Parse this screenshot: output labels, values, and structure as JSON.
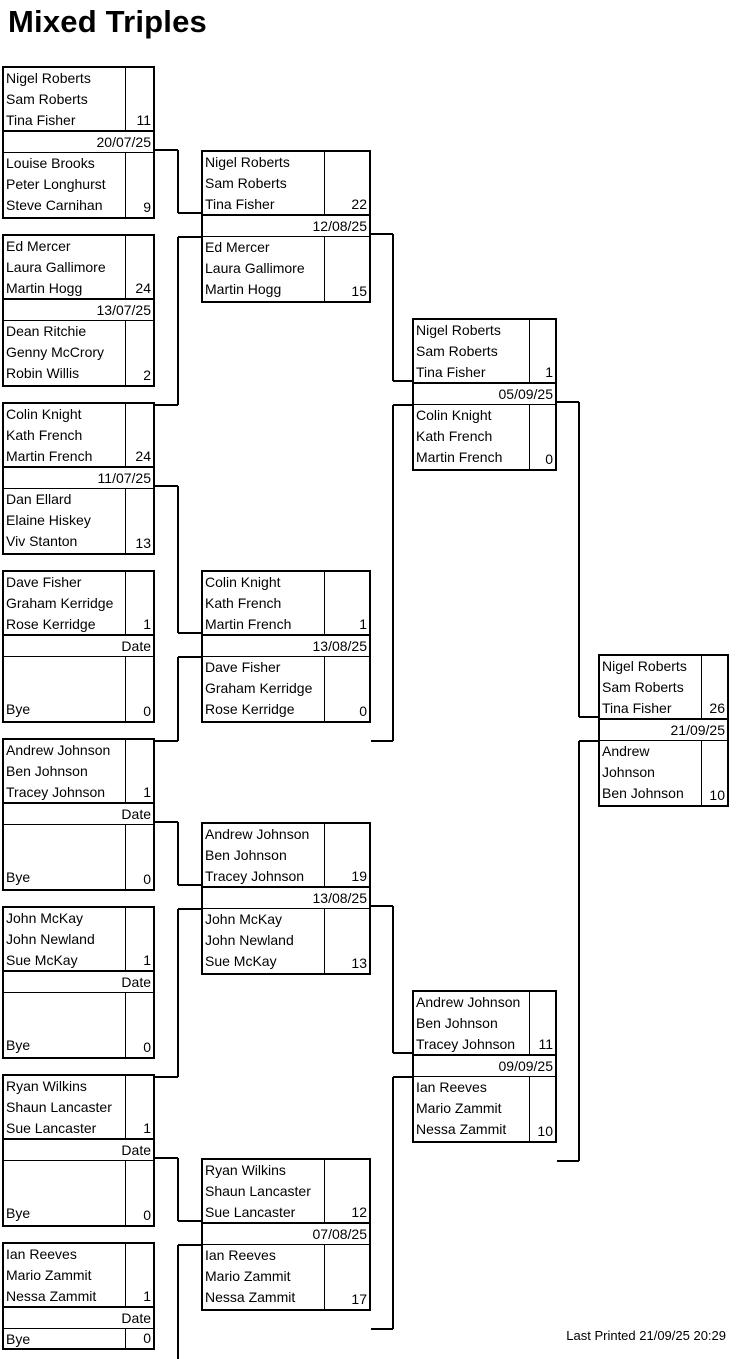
{
  "title": "Mixed Triples",
  "footer": "Last Printed 21/09/25 20:29",
  "rounds": [
    {
      "matches": [
        {
          "teams": [
            {
              "players": [
                "Nigel Roberts",
                "Sam Roberts",
                "Tina Fisher"
              ],
              "score": "11"
            },
            {
              "players": [
                "Louise Brooks",
                "Peter Longhurst",
                "Steve Carnihan"
              ],
              "score": "9"
            }
          ],
          "date": "20/07/25"
        },
        {
          "teams": [
            {
              "players": [
                "Ed Mercer",
                "Laura Gallimore",
                "Martin Hogg"
              ],
              "score": "24"
            },
            {
              "players": [
                "Dean Ritchie",
                "Genny McCrory",
                "Robin Willis"
              ],
              "score": "2"
            }
          ],
          "date": "13/07/25"
        },
        {
          "teams": [
            {
              "players": [
                "Colin Knight",
                "Kath French",
                "Martin French"
              ],
              "score": "24"
            },
            {
              "players": [
                "Dan Ellard",
                "Elaine Hiskey",
                "Viv Stanton"
              ],
              "score": "13"
            }
          ],
          "date": "11/07/25"
        },
        {
          "teams": [
            {
              "players": [
                "Dave Fisher",
                "Graham Kerridge",
                "Rose Kerridge"
              ],
              "score": "1"
            },
            {
              "players": [
                "",
                "",
                "Bye"
              ],
              "score": "0"
            }
          ],
          "date": "Date"
        },
        {
          "teams": [
            {
              "players": [
                "Andrew Johnson",
                "Ben Johnson",
                "Tracey Johnson"
              ],
              "score": "1"
            },
            {
              "players": [
                "",
                "",
                "Bye"
              ],
              "score": "0"
            }
          ],
          "date": "Date"
        },
        {
          "teams": [
            {
              "players": [
                "John McKay",
                "John Newland",
                "Sue McKay"
              ],
              "score": "1"
            },
            {
              "players": [
                "",
                "",
                "Bye"
              ],
              "score": "0"
            }
          ],
          "date": "Date"
        },
        {
          "teams": [
            {
              "players": [
                "Ryan Wilkins",
                "Shaun Lancaster",
                "Sue Lancaster"
              ],
              "score": "1"
            },
            {
              "players": [
                "",
                "",
                "Bye"
              ],
              "score": "0"
            }
          ],
          "date": "Date"
        },
        {
          "teams": [
            {
              "players": [
                "Ian Reeves",
                "Mario Zammit",
                "Nessa Zammit"
              ],
              "score": "1"
            },
            {
              "players": [
                "Bye"
              ],
              "score": "0"
            }
          ],
          "date": "Date"
        }
      ]
    },
    {
      "matches": [
        {
          "teams": [
            {
              "players": [
                "Nigel Roberts",
                "Sam Roberts",
                "Tina Fisher"
              ],
              "score": "22"
            },
            {
              "players": [
                "Ed Mercer",
                "Laura Gallimore",
                "Martin Hogg"
              ],
              "score": "15"
            }
          ],
          "date": "12/08/25"
        },
        {
          "teams": [
            {
              "players": [
                "Colin Knight",
                "Kath French",
                "Martin French"
              ],
              "score": "1"
            },
            {
              "players": [
                "Dave Fisher",
                "Graham Kerridge",
                "Rose Kerridge"
              ],
              "score": "0"
            }
          ],
          "date": "13/08/25"
        },
        {
          "teams": [
            {
              "players": [
                "Andrew Johnson",
                "Ben Johnson",
                "Tracey Johnson"
              ],
              "score": "19"
            },
            {
              "players": [
                "John McKay",
                "John Newland",
                "Sue McKay"
              ],
              "score": "13"
            }
          ],
          "date": "13/08/25"
        },
        {
          "teams": [
            {
              "players": [
                "Ryan Wilkins",
                "Shaun Lancaster",
                "Sue Lancaster"
              ],
              "score": "12"
            },
            {
              "players": [
                "Ian Reeves",
                "Mario Zammit",
                "Nessa Zammit"
              ],
              "score": "17"
            }
          ],
          "date": "07/08/25"
        }
      ]
    },
    {
      "matches": [
        {
          "teams": [
            {
              "players": [
                "Nigel Roberts",
                "Sam Roberts",
                "Tina Fisher"
              ],
              "score": "1"
            },
            {
              "players": [
                "Colin Knight",
                "Kath French",
                "Martin French"
              ],
              "score": "0"
            }
          ],
          "date": "05/09/25"
        },
        {
          "teams": [
            {
              "players": [
                "Andrew Johnson",
                "Ben Johnson",
                "Tracey Johnson"
              ],
              "score": "11"
            },
            {
              "players": [
                "Ian Reeves",
                "Mario Zammit",
                "Nessa Zammit"
              ],
              "score": "10"
            }
          ],
          "date": "09/09/25"
        }
      ]
    },
    {
      "matches": [
        {
          "teams": [
            {
              "players": [
                "Nigel Roberts",
                "Sam Roberts",
                "Tina Fisher"
              ],
              "score": "26"
            },
            {
              "players": [
                "Andrew",
                "Johnson",
                "Ben Johnson"
              ],
              "score": "10"
            }
          ],
          "date": "21/09/25"
        }
      ]
    }
  ]
}
